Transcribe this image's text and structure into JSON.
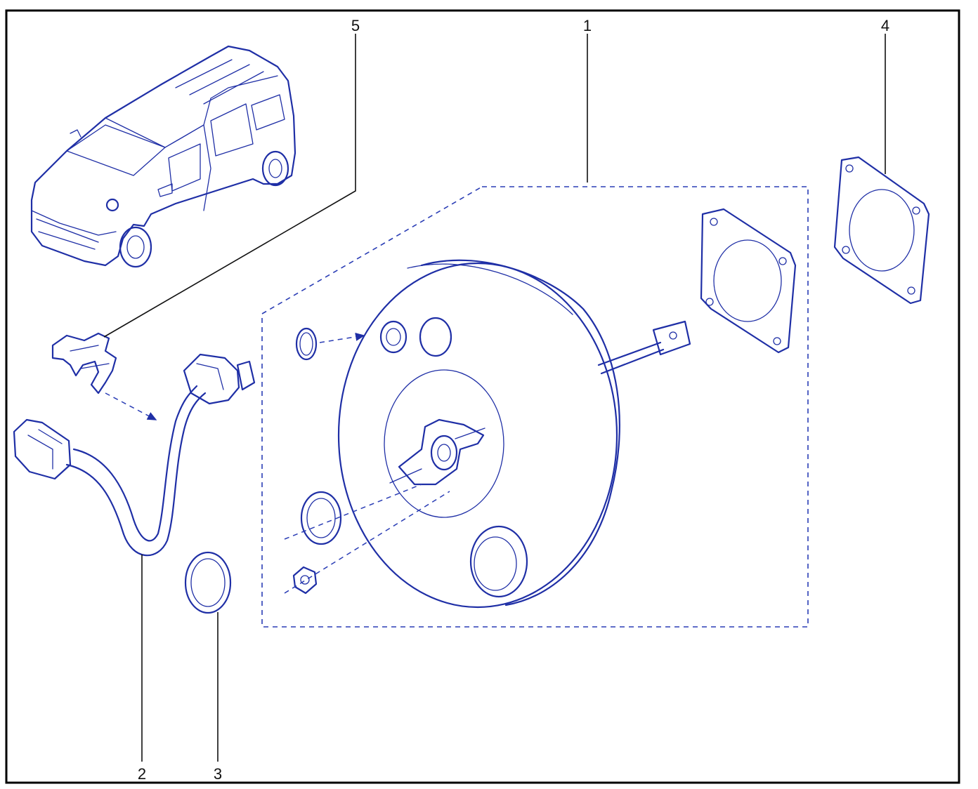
{
  "diagram": {
    "callouts": {
      "c1": "1",
      "c2": "2",
      "c3": "3",
      "c4": "4",
      "c5": "5"
    },
    "line_color": "#1f2fa6",
    "leader_color": "#111111"
  }
}
